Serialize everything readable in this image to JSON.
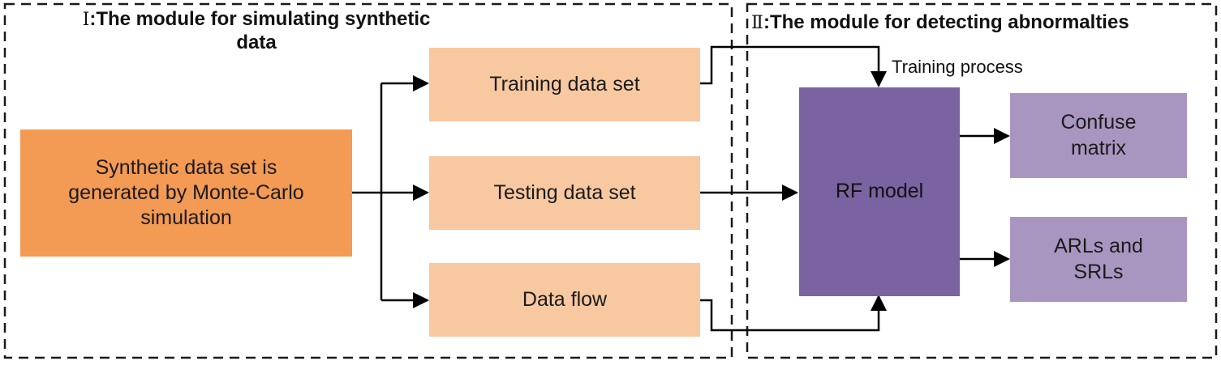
{
  "modules": {
    "simulate": {
      "numeral": "Ⅰ",
      "title_line1": ":The module for simulating synthetic",
      "title_line2": "data"
    },
    "detect": {
      "numeral": "Ⅱ",
      "title": ":The module for detecting abnormalties"
    }
  },
  "nodes": {
    "source": {
      "line1": "Synthetic data set is",
      "line2": "generated by Monte-Carlo",
      "line3": "simulation"
    },
    "training_set": "Training data set",
    "testing_set": "Testing data set",
    "data_flow": "Data flow",
    "rf_model": "RF model",
    "confuse_matrix": {
      "line1": "Confuse",
      "line2": "matrix"
    },
    "arls_srls": {
      "line1": "ARLs and",
      "line2": "SRLs"
    }
  },
  "edges": {
    "training_label": "Training process"
  },
  "colors": {
    "source_fill": "#f39a55",
    "dataset_fill": "#f8c8a0",
    "rf_fill": "#7b62a0",
    "output_fill": "#a896c0",
    "line": "#000000",
    "dash": "#1a1a1a"
  }
}
